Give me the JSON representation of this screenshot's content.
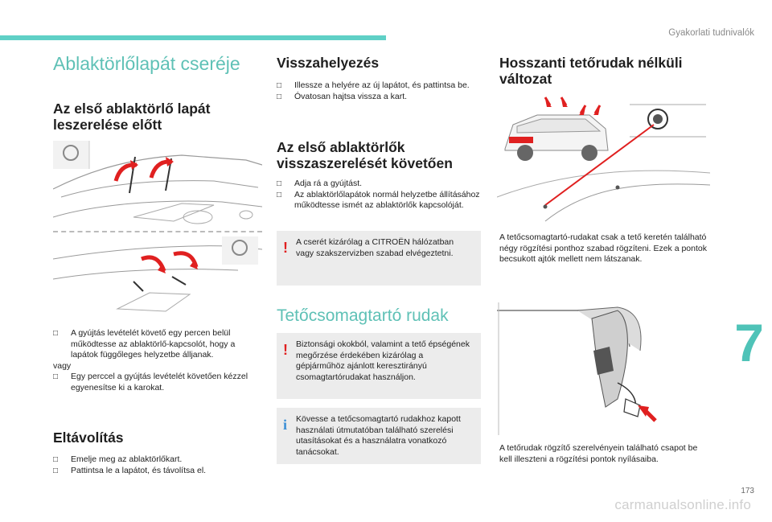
{
  "header": {
    "section": "Gyakorlati tudnivalók",
    "chapter": "7",
    "page": "173",
    "watermark": "carmanualsonline.info"
  },
  "colors": {
    "accent": "#5fc1b6",
    "warning": "#e02020",
    "info": "#3b8fd6",
    "note_bg": "#ececec"
  },
  "col1": {
    "title": "Ablaktörlőlapát cseréje",
    "subtitle": "Az első ablaktörlő lapát leszerelése előtt",
    "bullet1": "A gyújtás levételét követő egy percen belül működtesse az ablaktörlő-kapcsolót, hogy a lapátok függőleges helyzetbe álljanak.",
    "or": "vagy",
    "bullet2": "Egy perccel a gyújtás levételét követően kézzel egyenesítse ki a karokat.",
    "removal_title": "Eltávolítás",
    "removal1": "Emelje meg az ablaktörlőkart.",
    "removal2": "Pattintsa le a lapátot, és távolítsa el."
  },
  "col2": {
    "refit_title": "Visszahelyezés",
    "refit1": "Illessze a helyére az új lapátot, és pattintsa be.",
    "refit2": "Óvatosan hajtsa vissza a kart.",
    "after_title": "Az első ablaktörlők visszaszerelését követően",
    "after1": "Adja rá a gyújtást.",
    "after2": "Az ablaktörlőlapátok normál helyzetbe állításához működtesse ismét az ablaktörlők kapcsolóját.",
    "warn1": "A cserét kizárólag a CITROËN hálózatban vagy szakszervizben szabad elvégeztetni.",
    "roofbar_title": "Tetőcsomagtartó rudak",
    "warn2": "Biztonsági okokból, valamint a tető épségének megőrzése érdekében kizárólag a gépjárműhöz ajánlott keresztirányú csomagtartórudakat használjon.",
    "info1": "Kövesse a tetőcsomagtartó rudakhoz kapott használati útmutatóban található szerelési utasításokat és a használatra vonatkozó tanácsokat."
  },
  "col3": {
    "title": "Hosszanti tetőrudak nélküli változat",
    "caption1": "A tetőcsomagtartó-rudakat csak a tető keretén található négy rögzítési ponthoz szabad rögzíteni. Ezek a pontok becsukott ajtók mellett nem látszanak.",
    "caption2": "A tetőrudak rögzítő szerelvényein található csapot be kell illeszteni a rögzítési pontok nyílásaiba."
  },
  "icons": {
    "bullet": "checkbox-bullet",
    "warning": "exclamation-icon",
    "info": "info-icon"
  }
}
